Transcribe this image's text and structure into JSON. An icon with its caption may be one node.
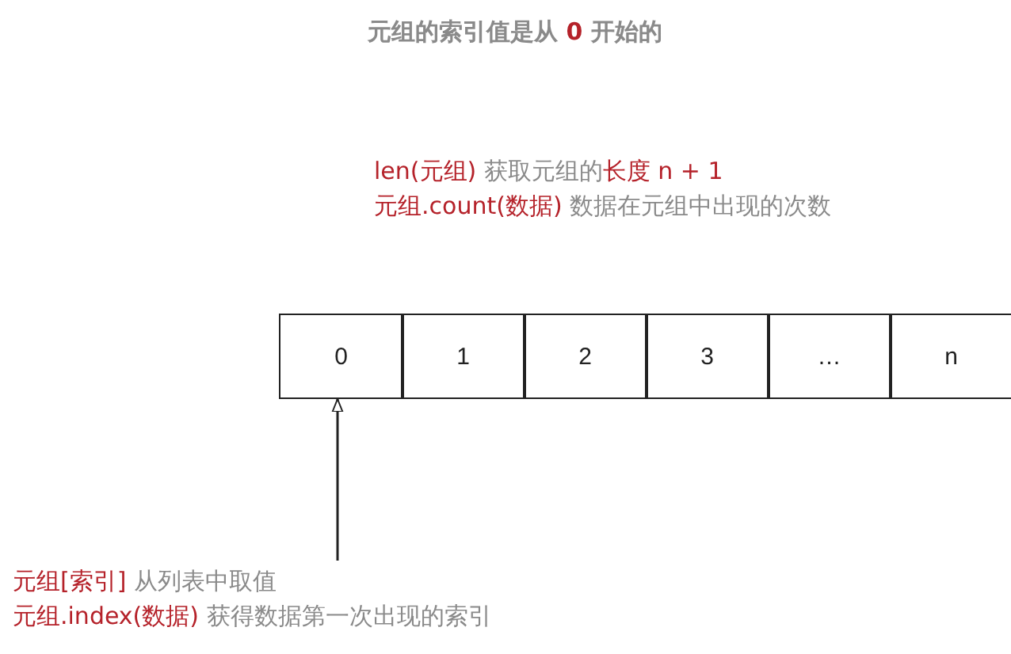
{
  "diagram": {
    "title": "元组的索引值是从 **0** 开始的",
    "nodes": [
      {
        "text": [
          "0"
        ]
      },
      {
        "text": [
          "1"
        ]
      },
      {
        "text": [
          "2"
        ]
      },
      {
        "text": [
          "3"
        ]
      },
      {
        "text": [
          "…"
        ]
      },
      {
        "text": [
          "n"
        ]
      },
      {
        "text": [
          "**元组[索引]** 从列表中取值",
          "**元组.index(数据)** 获得数据第一次出现的索引"
        ]
      }
    ],
    "edges": [
      {
        "from": 6,
        "to": 0,
        "arrow": "to"
      }
    ],
    "labels": [
      "**len(元组)** 获取元组的**长度 n + 1**",
      "**元组.count(数据)** 数据在元组中出现的次数"
    ]
  }
}
